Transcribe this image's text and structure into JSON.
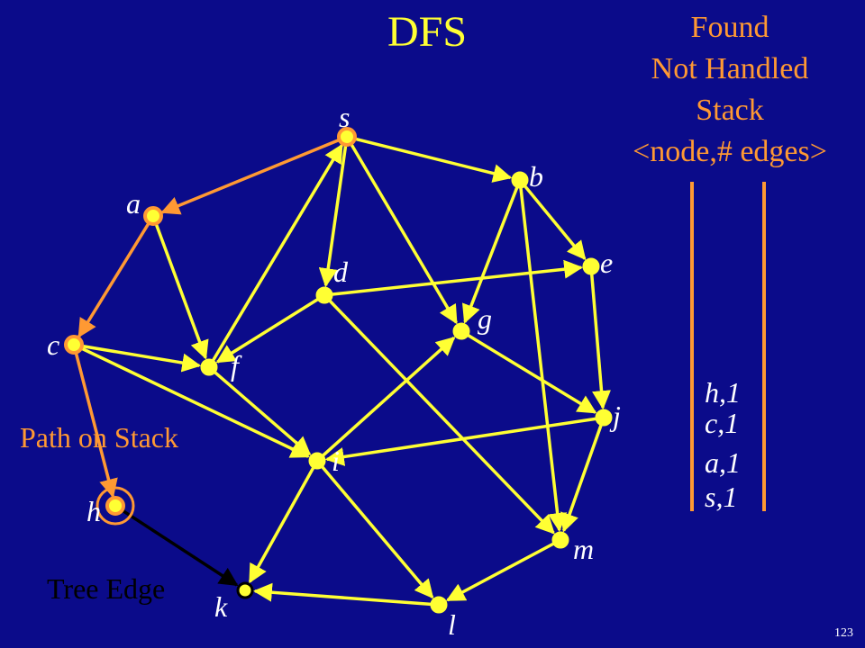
{
  "title": "DFS",
  "legend": {
    "found": "Found",
    "not_handled": "Not Handled",
    "stack": "Stack",
    "pair": "<node,# edges>"
  },
  "stack_entries": [
    "h,1",
    "c,1",
    "a,1",
    "s,1"
  ],
  "labels": {
    "path_on_stack": "Path on Stack",
    "tree_edge": "Tree Edge"
  },
  "page_number": "123",
  "colors": {
    "background": "#0b0b8a",
    "found": "#ff9933",
    "edge": "#ffff33",
    "text": "#ffffff",
    "tree_edge": "#000000"
  },
  "nodes": [
    "s",
    "a",
    "b",
    "c",
    "d",
    "e",
    "f",
    "g",
    "h",
    "i",
    "j",
    "k",
    "l",
    "m"
  ],
  "found_nodes": [
    "s",
    "a",
    "c",
    "h"
  ],
  "current_node": "h",
  "edges": [
    [
      "s",
      "a"
    ],
    [
      "s",
      "b"
    ],
    [
      "s",
      "d"
    ],
    [
      "s",
      "g"
    ],
    [
      "a",
      "c"
    ],
    [
      "a",
      "f"
    ],
    [
      "b",
      "e"
    ],
    [
      "b",
      "g"
    ],
    [
      "b",
      "m"
    ],
    [
      "c",
      "h"
    ],
    [
      "c",
      "f"
    ],
    [
      "c",
      "i"
    ],
    [
      "d",
      "e"
    ],
    [
      "d",
      "f"
    ],
    [
      "d",
      "m"
    ],
    [
      "e",
      "j"
    ],
    [
      "f",
      "s"
    ],
    [
      "f",
      "i"
    ],
    [
      "g",
      "j"
    ],
    [
      "i",
      "g"
    ],
    [
      "i",
      "k"
    ],
    [
      "i",
      "l"
    ],
    [
      "j",
      "i"
    ],
    [
      "j",
      "m"
    ],
    [
      "l",
      "k"
    ],
    [
      "m",
      "l"
    ],
    [
      "h",
      "k"
    ]
  ],
  "path_edges": [
    [
      "s",
      "a"
    ],
    [
      "a",
      "c"
    ],
    [
      "c",
      "h"
    ]
  ],
  "tree_edge": [
    "h",
    "k"
  ]
}
